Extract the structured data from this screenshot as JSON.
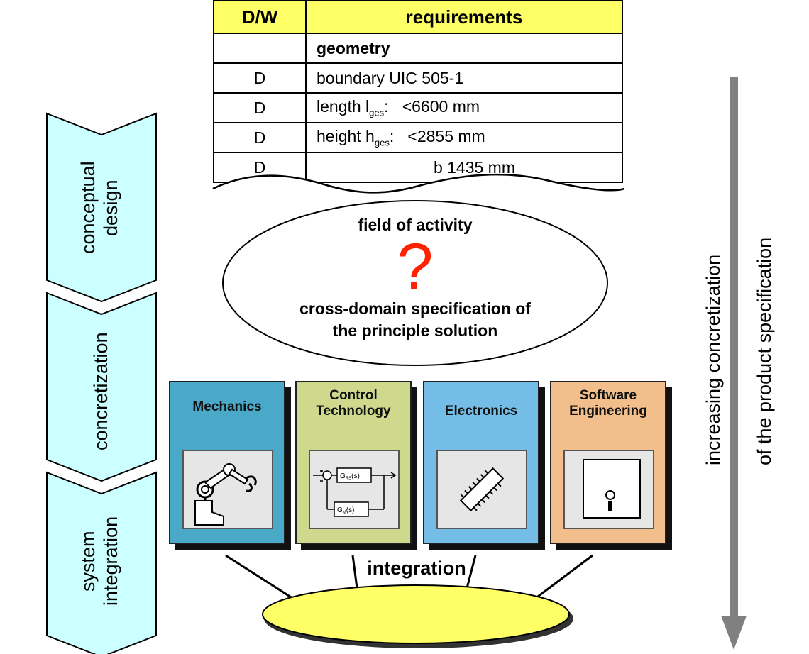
{
  "requirements_table": {
    "headers": {
      "dw": "D/W",
      "req": "requirements"
    },
    "subheader": "geometry",
    "rows": [
      {
        "dw": "D",
        "text": "boundary UIC 505-1"
      },
      {
        "dw": "D",
        "text_main": "length l",
        "text_sub": "ges",
        "text_rest": ":   <6600 mm"
      },
      {
        "dw": "D",
        "text_main": "height h",
        "text_sub": "ges",
        "text_rest": ":   <2855 mm"
      },
      {
        "dw": "D",
        "text": "b 1435 mm"
      }
    ],
    "header_color": "#ffff66"
  },
  "phases": {
    "conceptual_line1": "conceptual",
    "conceptual_line2": "design",
    "concretization": "concretization",
    "system_line1": "system",
    "system_line2": "integration",
    "fill_color": "#ccffff"
  },
  "ellipse": {
    "title": "field of activity",
    "question_mark": "?",
    "spec_line1": "cross-domain specification of",
    "spec_line2": "the principle solution"
  },
  "domains": [
    {
      "line1": "Mechanics",
      "line2": "",
      "color": "#4aa8c8",
      "icon": "robot-arm-icon"
    },
    {
      "line1": "Control",
      "line2": "Technology",
      "color": "#cfd98e",
      "icon": "block-diagram-icon"
    },
    {
      "line1": "Electronics",
      "line2": "",
      "color": "#74bde6",
      "icon": "chip-icon"
    },
    {
      "line1": "Software",
      "line2": "Engineering",
      "color": "#f2bf8c",
      "icon": "window-info-icon"
    }
  ],
  "control_blocks": {
    "top": "G",
    "top_sub": "RS",
    "top_arg": "(s)",
    "bottom": "G",
    "bottom_sub": "M",
    "bottom_arg": "(s)"
  },
  "integration": {
    "label": "integration",
    "color": "#ffff66"
  },
  "axis": {
    "line1": "increasing concretization",
    "line2": "of the product specification",
    "arrow_color": "#808080"
  }
}
